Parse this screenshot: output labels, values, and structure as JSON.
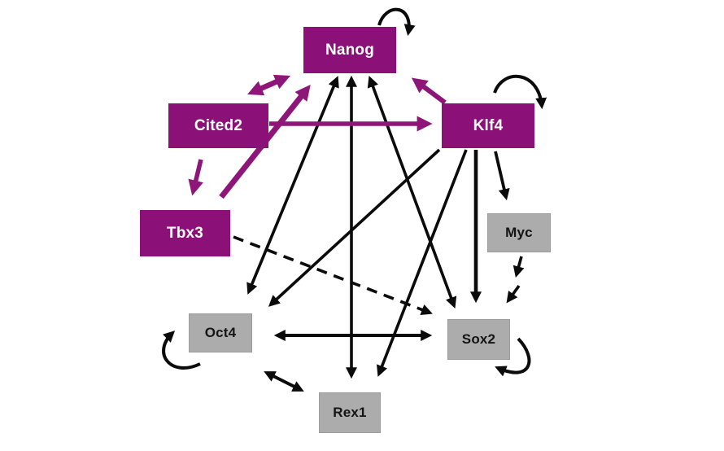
{
  "diagram": {
    "description_colors": {
      "regulator_node_fill": "#8B1077",
      "regulator_node_text": "#FFFFFF",
      "target_node_fill": "#ACACAC",
      "target_node_text": "#141414",
      "purple_arrow": "#8F1679",
      "black_arrow": "#0B0B0B"
    },
    "nodes": [
      {
        "id": "nanog",
        "label": "Nanog",
        "style": "purple"
      },
      {
        "id": "cited2",
        "label": "Cited2",
        "style": "purple"
      },
      {
        "id": "klf4",
        "label": "Klf4",
        "style": "purple"
      },
      {
        "id": "tbx3",
        "label": "Tbx3",
        "style": "purple"
      },
      {
        "id": "myc",
        "label": "Myc",
        "style": "gray"
      },
      {
        "id": "oct4",
        "label": "Oct4",
        "style": "gray"
      },
      {
        "id": "sox2",
        "label": "Sox2",
        "style": "gray"
      },
      {
        "id": "rex1",
        "label": "Rex1",
        "style": "gray"
      }
    ],
    "edges": [
      {
        "from": "Cited2",
        "to": "Nanog",
        "color": "purple",
        "line": "solid",
        "bidirectional": true
      },
      {
        "from": "Cited2",
        "to": "Klf4",
        "color": "purple",
        "line": "solid",
        "bidirectional": false
      },
      {
        "from": "Cited2",
        "to": "Tbx3",
        "color": "purple",
        "line": "solid",
        "bidirectional": false
      },
      {
        "from": "Tbx3",
        "to": "Nanog",
        "color": "purple",
        "line": "solid",
        "bidirectional": false
      },
      {
        "from": "Klf4",
        "to": "Nanog",
        "color": "purple",
        "line": "solid",
        "bidirectional": false
      },
      {
        "from": "Nanog",
        "to": "Nanog",
        "color": "black",
        "line": "self-loop",
        "bidirectional": false
      },
      {
        "from": "Klf4",
        "to": "Klf4",
        "color": "black",
        "line": "self-loop",
        "bidirectional": false
      },
      {
        "from": "Oct4",
        "to": "Oct4",
        "color": "black",
        "line": "self-loop",
        "bidirectional": false
      },
      {
        "from": "Sox2",
        "to": "Sox2",
        "color": "black",
        "line": "self-loop",
        "bidirectional": false
      },
      {
        "from": "Nanog",
        "to": "Oct4",
        "color": "black",
        "line": "solid",
        "bidirectional": true
      },
      {
        "from": "Nanog",
        "to": "Rex1",
        "color": "black",
        "line": "solid",
        "bidirectional": true
      },
      {
        "from": "Nanog",
        "to": "Sox2",
        "color": "black",
        "line": "solid",
        "bidirectional": true
      },
      {
        "from": "Klf4",
        "to": "Oct4",
        "color": "black",
        "line": "solid",
        "bidirectional": false
      },
      {
        "from": "Klf4",
        "to": "Rex1",
        "color": "black",
        "line": "solid",
        "bidirectional": false
      },
      {
        "from": "Klf4",
        "to": "Sox2",
        "color": "black",
        "line": "solid",
        "bidirectional": false
      },
      {
        "from": "Klf4",
        "to": "Myc",
        "color": "black",
        "line": "solid",
        "bidirectional": false
      },
      {
        "from": "Myc",
        "to": "Sox2",
        "color": "black",
        "line": "dashed",
        "bidirectional": false
      },
      {
        "from": "Tbx3",
        "to": "Sox2",
        "color": "black",
        "line": "dashed",
        "bidirectional": false
      },
      {
        "from": "Oct4",
        "to": "Sox2",
        "color": "black",
        "line": "solid",
        "bidirectional": true
      },
      {
        "from": "Oct4",
        "to": "Rex1",
        "color": "black",
        "line": "solid",
        "bidirectional": true
      }
    ]
  }
}
